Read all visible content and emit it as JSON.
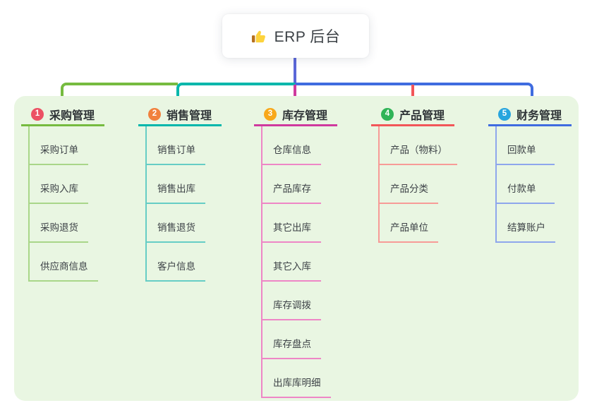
{
  "root": {
    "label": "ERP 后台",
    "icon": "thumbs-up-icon",
    "line_color": "#5b67d8"
  },
  "panel_color": "#e9f6e2",
  "branches": [
    {
      "badge": "1",
      "title": "采购管理",
      "badge_color": "#ec5164",
      "line_color": "#76bb40",
      "child_line_color": "#a9d689",
      "items": [
        "采购订单",
        "采购入库",
        "采购退货",
        "供应商信息"
      ]
    },
    {
      "badge": "2",
      "title": "销售管理",
      "badge_color": "#f1813e",
      "line_color": "#00b7ab",
      "child_line_color": "#66cdc5",
      "items": [
        "销售订单",
        "销售出库",
        "销售退货",
        "客户信息"
      ]
    },
    {
      "badge": "3",
      "title": "库存管理",
      "badge_color": "#f8a81b",
      "line_color": "#cf3a9e",
      "child_line_color": "#ee86c6",
      "items": [
        "仓库信息",
        "产品库存",
        "其它出库",
        "其它入库",
        "库存调拨",
        "库存盘点",
        "出库库明细"
      ]
    },
    {
      "badge": "4",
      "title": "产品管理",
      "badge_color": "#2fb457",
      "line_color": "#f25659",
      "child_line_color": "#f79b97",
      "items": [
        "产品（物料）",
        "产品分类",
        "产品单位"
      ]
    },
    {
      "badge": "5",
      "title": "财务管理",
      "badge_color": "#28a5de",
      "line_color": "#3f6ce0",
      "child_line_color": "#8ea6ec",
      "items": [
        "回款单",
        "付款单",
        "结算账户"
      ]
    }
  ]
}
